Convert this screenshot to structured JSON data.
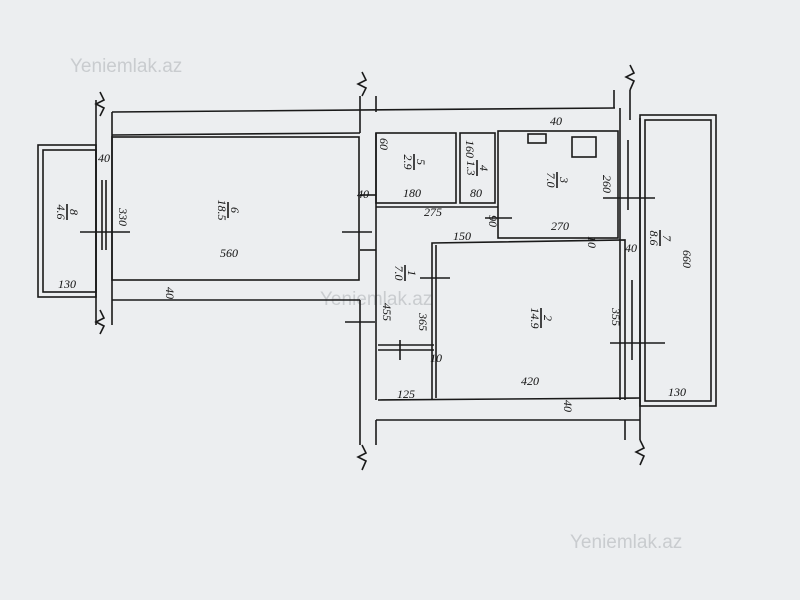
{
  "watermarks": [
    "Yeniemlak.az",
    "Yeniemlak.az",
    "Yeniemlak.az"
  ],
  "rooms": [
    {
      "number": "1",
      "area": "7.0"
    },
    {
      "number": "2",
      "area": "14.9"
    },
    {
      "number": "3",
      "area": "7.0"
    },
    {
      "number": "4",
      "area": "1.3"
    },
    {
      "number": "5",
      "area": "2.9"
    },
    {
      "number": "6",
      "area": "18.5"
    },
    {
      "number": "7",
      "area": "8.6"
    },
    {
      "number": "8",
      "area": "4.6"
    }
  ],
  "dimensions": {
    "top_wall": "40",
    "left_wall": "40",
    "room6_height": "330",
    "room6_width": "560",
    "room6_bottom_wall": "40",
    "balcony8_width": "130",
    "wall_40_mid": "40",
    "bath_60": "60",
    "bath_180": "180",
    "toilet_160": "160",
    "toilet_80": "80",
    "hall_275": "275",
    "hall_90": "90",
    "hall_150": "150",
    "kitchen_260": "260",
    "kitchen_270": "270",
    "partition_10a": "10",
    "wall_40_right": "40",
    "balcony7_length": "660",
    "corridor_455": "455",
    "corridor_365": "365",
    "room2_355": "355",
    "partition_10b": "10",
    "room2_420": "420",
    "store_125": "125",
    "bottom_wall": "40",
    "balcony7_width": "130"
  }
}
